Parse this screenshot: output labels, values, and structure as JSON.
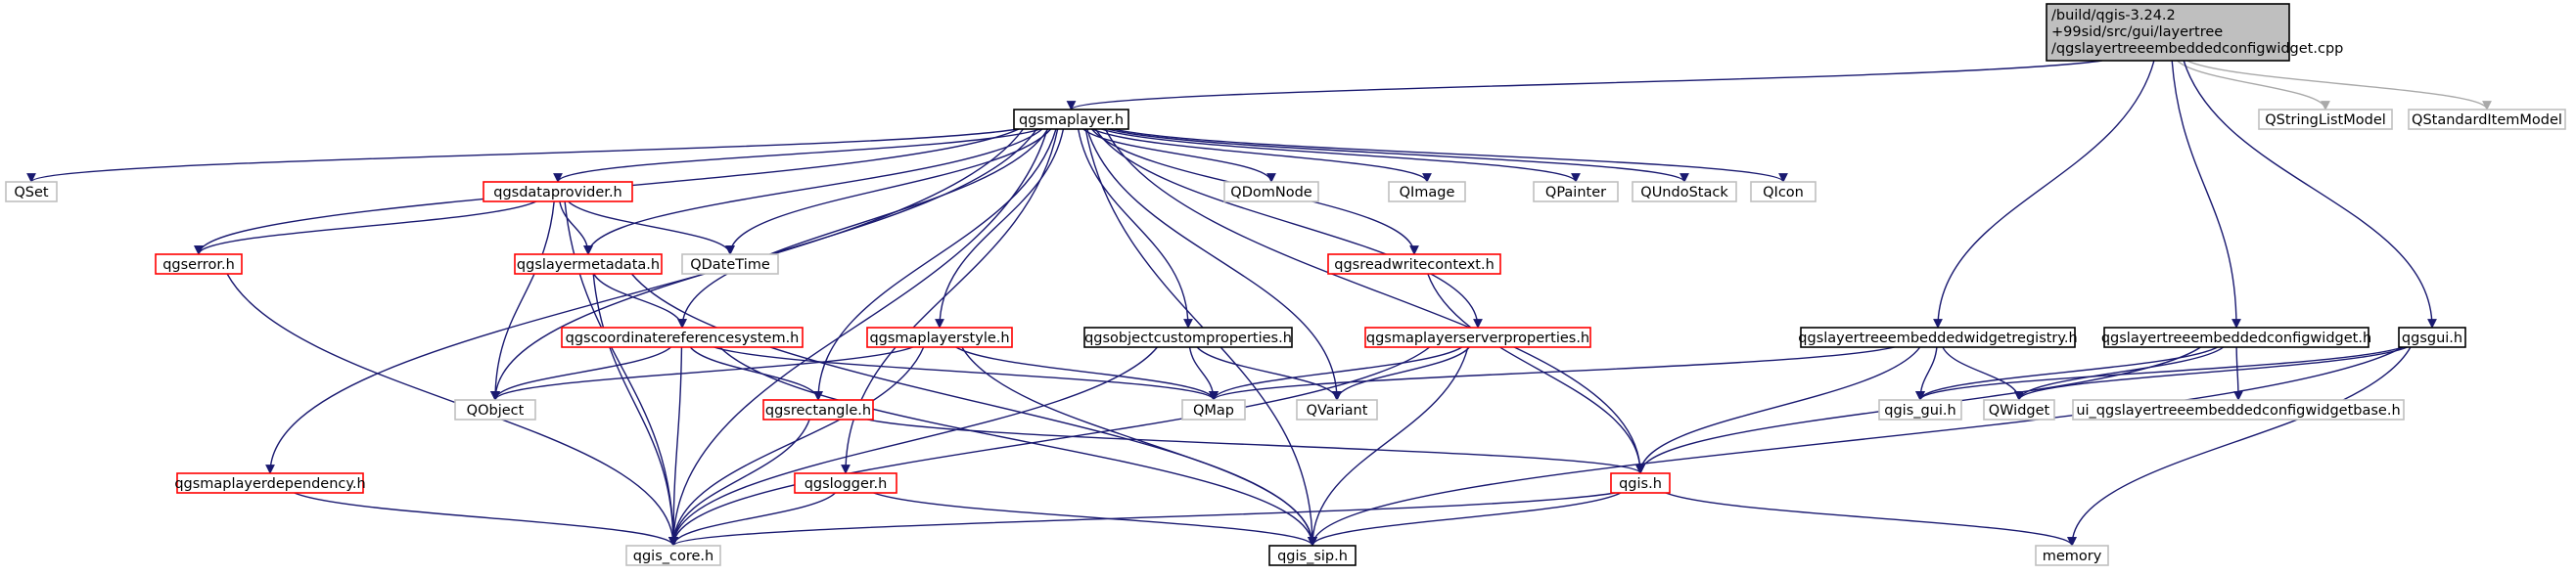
{
  "colors": {
    "root_fill": "#bfbfbf",
    "root_stroke": "#000000",
    "linked_stroke": "#000000",
    "broken_stroke": "#ff0000",
    "system_stroke": "#bfbfbf",
    "edge_dark": "#191970",
    "edge_grey": "#a9a9a9",
    "text": "#000000"
  },
  "nodes": [
    {
      "id": "root",
      "kind": "root",
      "lines": [
        "/build/qgis-3.24.2",
        "+99sid/src/gui/layertree",
        "/qgslayertreeembeddedconfigwidget.cpp"
      ]
    },
    {
      "id": "maplayer",
      "kind": "linked",
      "lines": [
        "qgsmaplayer.h"
      ]
    },
    {
      "id": "qstringlistmodel",
      "kind": "system",
      "lines": [
        "QStringListModel"
      ]
    },
    {
      "id": "qstandarditemmodel",
      "kind": "system",
      "lines": [
        "QStandardItemModel"
      ]
    },
    {
      "id": "qset",
      "kind": "system",
      "lines": [
        "QSet"
      ]
    },
    {
      "id": "dataprovider",
      "kind": "broken",
      "lines": [
        "qgsdataprovider.h"
      ]
    },
    {
      "id": "qdomnode",
      "kind": "system",
      "lines": [
        "QDomNode"
      ]
    },
    {
      "id": "qimage",
      "kind": "system",
      "lines": [
        "QImage"
      ]
    },
    {
      "id": "qpainter",
      "kind": "system",
      "lines": [
        "QPainter"
      ]
    },
    {
      "id": "qundostack",
      "kind": "system",
      "lines": [
        "QUndoStack"
      ]
    },
    {
      "id": "qicon",
      "kind": "system",
      "lines": [
        "QIcon"
      ]
    },
    {
      "id": "error",
      "kind": "broken",
      "lines": [
        "qgserror.h"
      ]
    },
    {
      "id": "layermetadata",
      "kind": "broken",
      "lines": [
        "qgslayermetadata.h"
      ]
    },
    {
      "id": "qdatetime",
      "kind": "system",
      "lines": [
        "QDateTime"
      ]
    },
    {
      "id": "readwritecontext",
      "kind": "broken",
      "lines": [
        "qgsreadwritecontext.h"
      ]
    },
    {
      "id": "crs",
      "kind": "broken",
      "lines": [
        "qgscoordinatereferencesystem.h"
      ]
    },
    {
      "id": "maplayerstyle",
      "kind": "broken",
      "lines": [
        "qgsmaplayerstyle.h"
      ]
    },
    {
      "id": "objectcustomprops",
      "kind": "linked",
      "lines": [
        "qgsobjectcustomproperties.h"
      ]
    },
    {
      "id": "serverprops",
      "kind": "broken",
      "lines": [
        "qgsmaplayerserverproperties.h"
      ]
    },
    {
      "id": "widgetregistry",
      "kind": "linked",
      "lines": [
        "qgslayertreeembeddedwidgetregistry.h"
      ]
    },
    {
      "id": "configwidget",
      "kind": "linked",
      "lines": [
        "qgslayertreeembeddedconfigwidget.h"
      ]
    },
    {
      "id": "qgsgui",
      "kind": "linked",
      "lines": [
        "qgsgui.h"
      ]
    },
    {
      "id": "qobject",
      "kind": "system",
      "lines": [
        "QObject"
      ]
    },
    {
      "id": "rectangle",
      "kind": "broken",
      "lines": [
        "qgsrectangle.h"
      ]
    },
    {
      "id": "qmap",
      "kind": "system",
      "lines": [
        "QMap"
      ]
    },
    {
      "id": "qvariant",
      "kind": "system",
      "lines": [
        "QVariant"
      ]
    },
    {
      "id": "qgis_gui",
      "kind": "system",
      "lines": [
        "qgis_gui.h"
      ]
    },
    {
      "id": "qwidget",
      "kind": "system",
      "lines": [
        "QWidget"
      ]
    },
    {
      "id": "ui_base",
      "kind": "system",
      "lines": [
        "ui_qgslayertreeembeddedconfigwidgetbase.h"
      ]
    },
    {
      "id": "maplayerdependency",
      "kind": "broken",
      "lines": [
        "qgsmaplayerdependency.h"
      ]
    },
    {
      "id": "logger",
      "kind": "broken",
      "lines": [
        "qgslogger.h"
      ]
    },
    {
      "id": "qgis",
      "kind": "broken",
      "lines": [
        "qgis.h"
      ]
    },
    {
      "id": "qgis_core",
      "kind": "system",
      "lines": [
        "qgis_core.h"
      ]
    },
    {
      "id": "qgis_sip",
      "kind": "linked",
      "lines": [
        "qgis_sip.h"
      ]
    },
    {
      "id": "memory",
      "kind": "system",
      "lines": [
        "memory"
      ]
    }
  ],
  "edges": [
    {
      "from": "root",
      "to": "maplayer",
      "style": "dark"
    },
    {
      "from": "root",
      "to": "qstringlistmodel",
      "style": "grey"
    },
    {
      "from": "root",
      "to": "qstandarditemmodel",
      "style": "grey"
    },
    {
      "from": "root",
      "to": "widgetregistry",
      "style": "dark"
    },
    {
      "from": "root",
      "to": "configwidget",
      "style": "dark"
    },
    {
      "from": "root",
      "to": "qgsgui",
      "style": "dark"
    },
    {
      "from": "maplayer",
      "to": "qset",
      "style": "dark"
    },
    {
      "from": "maplayer",
      "to": "error",
      "style": "dark"
    },
    {
      "from": "maplayer",
      "to": "maplayerdependency",
      "style": "dark"
    },
    {
      "from": "maplayer",
      "to": "qgis_core",
      "style": "dark"
    },
    {
      "from": "maplayer",
      "to": "dataprovider",
      "style": "dark"
    },
    {
      "from": "maplayer",
      "to": "layermetadata",
      "style": "dark"
    },
    {
      "from": "maplayer",
      "to": "qobject",
      "style": "dark"
    },
    {
      "from": "maplayer",
      "to": "qdatetime",
      "style": "dark"
    },
    {
      "from": "maplayer",
      "to": "crs",
      "style": "dark"
    },
    {
      "from": "maplayer",
      "to": "maplayerstyle",
      "style": "dark"
    },
    {
      "from": "maplayer",
      "to": "rectangle",
      "style": "dark"
    },
    {
      "from": "maplayer",
      "to": "logger",
      "style": "dark"
    },
    {
      "from": "maplayer",
      "to": "objectcustomprops",
      "style": "dark"
    },
    {
      "from": "maplayer",
      "to": "qdomnode",
      "style": "dark"
    },
    {
      "from": "maplayer",
      "to": "qimage",
      "style": "dark"
    },
    {
      "from": "maplayer",
      "to": "qpainter",
      "style": "dark"
    },
    {
      "from": "maplayer",
      "to": "qundostack",
      "style": "dark"
    },
    {
      "from": "maplayer",
      "to": "qicon",
      "style": "dark"
    },
    {
      "from": "maplayer",
      "to": "readwritecontext",
      "style": "dark"
    },
    {
      "from": "maplayer",
      "to": "serverprops",
      "style": "dark"
    },
    {
      "from": "maplayer",
      "to": "qvariant",
      "style": "dark"
    },
    {
      "from": "maplayer",
      "to": "qgis",
      "style": "dark"
    },
    {
      "from": "maplayer",
      "to": "qgis_sip",
      "style": "dark"
    },
    {
      "from": "dataprovider",
      "to": "error",
      "style": "dark"
    },
    {
      "from": "dataprovider",
      "to": "layermetadata",
      "style": "dark"
    },
    {
      "from": "dataprovider",
      "to": "qdatetime",
      "style": "dark"
    },
    {
      "from": "dataprovider",
      "to": "qobject",
      "style": "dark"
    },
    {
      "from": "dataprovider",
      "to": "qgis_core",
      "style": "dark"
    },
    {
      "from": "error",
      "to": "qgis_core",
      "style": "dark"
    },
    {
      "from": "layermetadata",
      "to": "crs",
      "style": "dark"
    },
    {
      "from": "layermetadata",
      "to": "qgis_core",
      "style": "dark"
    },
    {
      "from": "layermetadata",
      "to": "qgis_sip",
      "style": "dark"
    },
    {
      "from": "crs",
      "to": "qobject",
      "style": "dark"
    },
    {
      "from": "crs",
      "to": "rectangle",
      "style": "dark"
    },
    {
      "from": "crs",
      "to": "qmap",
      "style": "dark"
    },
    {
      "from": "crs",
      "to": "qgis_core",
      "style": "dark"
    },
    {
      "from": "crs",
      "to": "qgis_sip",
      "style": "dark"
    },
    {
      "from": "maplayerstyle",
      "to": "qobject",
      "style": "dark"
    },
    {
      "from": "maplayerstyle",
      "to": "qmap",
      "style": "dark"
    },
    {
      "from": "maplayerstyle",
      "to": "qgis_core",
      "style": "dark"
    },
    {
      "from": "maplayerstyle",
      "to": "qgis_sip",
      "style": "dark"
    },
    {
      "from": "objectcustomprops",
      "to": "qmap",
      "style": "dark"
    },
    {
      "from": "objectcustomprops",
      "to": "qvariant",
      "style": "dark"
    },
    {
      "from": "objectcustomprops",
      "to": "qgis_core",
      "style": "dark"
    },
    {
      "from": "serverprops",
      "to": "qmap",
      "style": "dark"
    },
    {
      "from": "serverprops",
      "to": "qvariant",
      "style": "dark"
    },
    {
      "from": "serverprops",
      "to": "qgis_core",
      "style": "dark"
    },
    {
      "from": "serverprops",
      "to": "qgis_sip",
      "style": "dark"
    },
    {
      "from": "readwritecontext",
      "to": "qgis",
      "style": "dark"
    },
    {
      "from": "rectangle",
      "to": "qgis_core",
      "style": "dark"
    },
    {
      "from": "rectangle",
      "to": "qgis",
      "style": "dark"
    },
    {
      "from": "maplayerdependency",
      "to": "qgis_core",
      "style": "dark"
    },
    {
      "from": "logger",
      "to": "qgis_core",
      "style": "dark"
    },
    {
      "from": "logger",
      "to": "qgis_sip",
      "style": "dark"
    },
    {
      "from": "qgis",
      "to": "qgis_core",
      "style": "dark"
    },
    {
      "from": "qgis",
      "to": "qgis_sip",
      "style": "dark"
    },
    {
      "from": "qgis",
      "to": "memory",
      "style": "dark"
    },
    {
      "from": "widgetregistry",
      "to": "qmap",
      "style": "dark"
    },
    {
      "from": "widgetregistry",
      "to": "qgis",
      "style": "dark"
    },
    {
      "from": "widgetregistry",
      "to": "qgis_gui",
      "style": "dark"
    },
    {
      "from": "widgetregistry",
      "to": "qwidget",
      "style": "dark"
    },
    {
      "from": "configwidget",
      "to": "qgis",
      "style": "dark"
    },
    {
      "from": "configwidget",
      "to": "qwidget",
      "style": "dark"
    },
    {
      "from": "configwidget",
      "to": "ui_base",
      "style": "dark"
    },
    {
      "from": "configwidget",
      "to": "qgis_gui",
      "style": "dark"
    },
    {
      "from": "qgsgui",
      "to": "qgis_gui",
      "style": "dark"
    },
    {
      "from": "qgsgui",
      "to": "qwidget",
      "style": "dark"
    },
    {
      "from": "qgsgui",
      "to": "qgis_sip",
      "style": "dark"
    },
    {
      "from": "qgsgui",
      "to": "memory",
      "style": "dark"
    }
  ]
}
